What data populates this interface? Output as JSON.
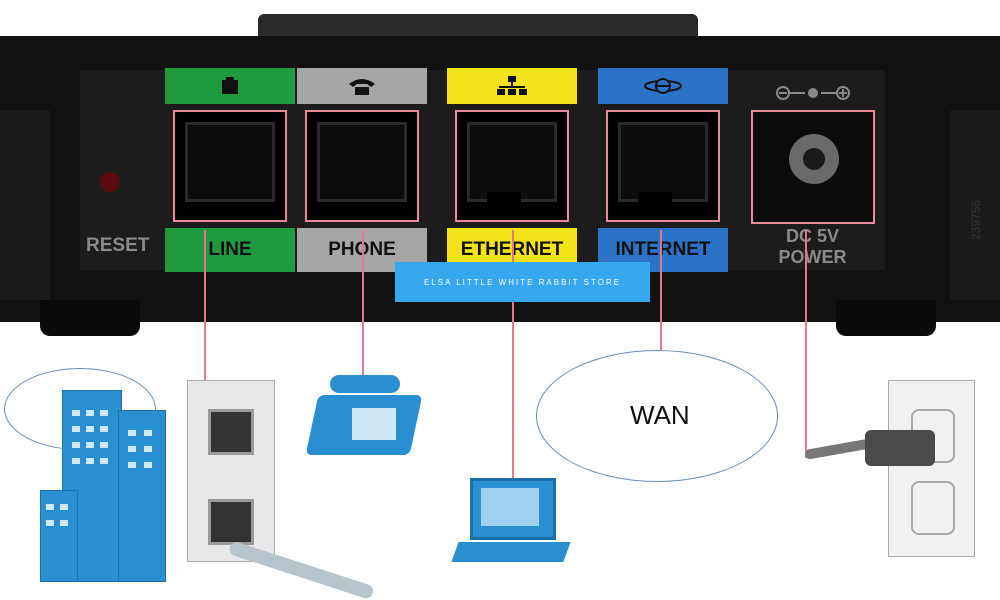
{
  "device": {
    "reset_label": "RESET",
    "ports": [
      {
        "label": "LINE",
        "color": "#1f9a3f",
        "text_color": "#111111",
        "icon": "telephone-line-icon"
      },
      {
        "label": "PHONE",
        "color": "#a6a6a6",
        "text_color": "#111111",
        "icon": "telephone-icon"
      },
      {
        "label": "ETHERNET",
        "color": "#f2e21a",
        "text_color": "#111111",
        "icon": "network-icon"
      },
      {
        "label": "INTERNET",
        "color": "#2c73c8",
        "text_color": "#111111",
        "icon": "globe-icon"
      }
    ],
    "power_label_line1": "DC 5V",
    "power_label_line2": "POWER",
    "power_icon": "polarity-icon",
    "serial": "239756"
  },
  "watermark": "ELSA LITTLE WHITE RABBIT STORE",
  "wan_label": "WAN",
  "colors": {
    "connector_line": "#e07a8a",
    "icon_blue": "#2a8fd0"
  }
}
